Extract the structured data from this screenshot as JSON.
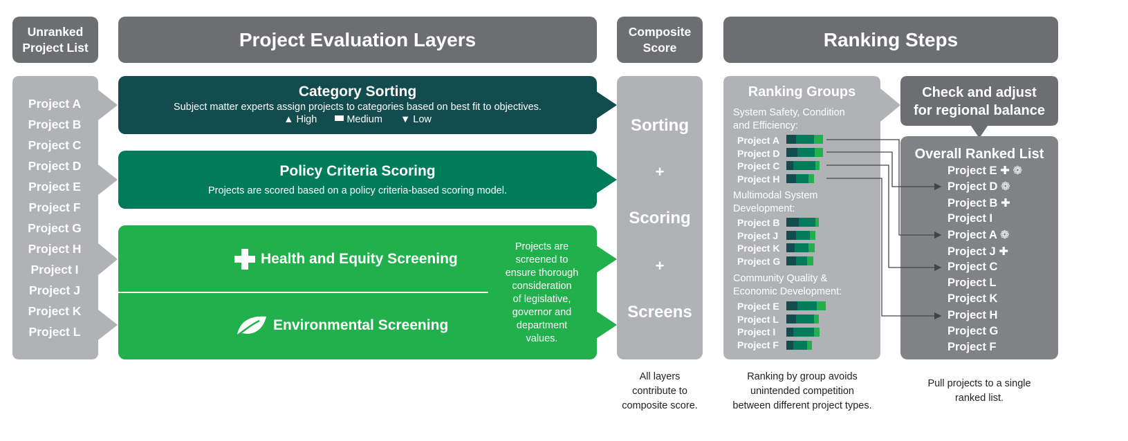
{
  "headers": {
    "unranked": [
      "Unranked",
      "Project List"
    ],
    "layers": "Project Evaluation Layers",
    "composite": [
      "Composite",
      "Score"
    ],
    "ranking": "Ranking Steps"
  },
  "unranked_projects": [
    "Project A",
    "Project B",
    "Project C",
    "Project D",
    "Project E",
    "Project F",
    "Project G",
    "Project H",
    "Project I",
    "Project J",
    "Project K",
    "Project L"
  ],
  "layers": {
    "category": {
      "title": "Category Sorting",
      "desc": "Subject matter experts assign projects to categories based on best fit to objectives.",
      "legend": {
        "high": "High",
        "medium": "Medium",
        "low": "Low"
      }
    },
    "policy": {
      "title": "Policy Criteria Scoring",
      "desc": "Projects are scored based on a policy criteria-based scoring model."
    },
    "health": {
      "title": "Health and Equity Screening"
    },
    "environmental": {
      "title": "Environmental Screening"
    },
    "screen_note": [
      "Projects are",
      "screened to",
      "ensure thorough",
      "consideration",
      "of legislative,",
      "governor and",
      "department",
      "values."
    ]
  },
  "composite": {
    "sorting": "Sorting",
    "plus": "+",
    "scoring": "Scoring",
    "screens": "Screens"
  },
  "ranking_groups": {
    "title": "Ranking Groups",
    "groups": [
      {
        "label": [
          "System Safety, Condition",
          "and Efficiency:"
        ],
        "projects": [
          "Project A",
          "Project D",
          "Project C",
          "Project H"
        ]
      },
      {
        "label": [
          "Multimodal System",
          "Development:"
        ],
        "projects": [
          "Project B",
          "Project J",
          "Project K",
          "Project G"
        ]
      },
      {
        "label": [
          "Community Quality &",
          "Economic Development:"
        ],
        "projects": [
          "Project E",
          "Project L",
          "Project I",
          "Project F"
        ]
      }
    ]
  },
  "check": [
    "Check and adjust",
    "for regional balance"
  ],
  "overall": {
    "title": "Overall Ranked List",
    "items": [
      "Project E",
      "Project D",
      "Project B",
      "Project I",
      "Project A",
      "Project J",
      "Project C",
      "Project L",
      "Project K",
      "Project H",
      "Project G",
      "Project F"
    ]
  },
  "captions": {
    "composite": [
      "All layers",
      "contribute to",
      "composite score."
    ],
    "groups": [
      "Ranking by group avoids",
      "unintended competition",
      "between different project types."
    ],
    "overall": [
      "Pull projects to a single",
      "ranked list."
    ]
  },
  "colors": {
    "header_gray": "#6d6e71",
    "panel_gray": "#b1b2b6",
    "dark_teal": "#124c4f",
    "mid_green": "#007c5a",
    "bright_green": "#21b04b"
  }
}
